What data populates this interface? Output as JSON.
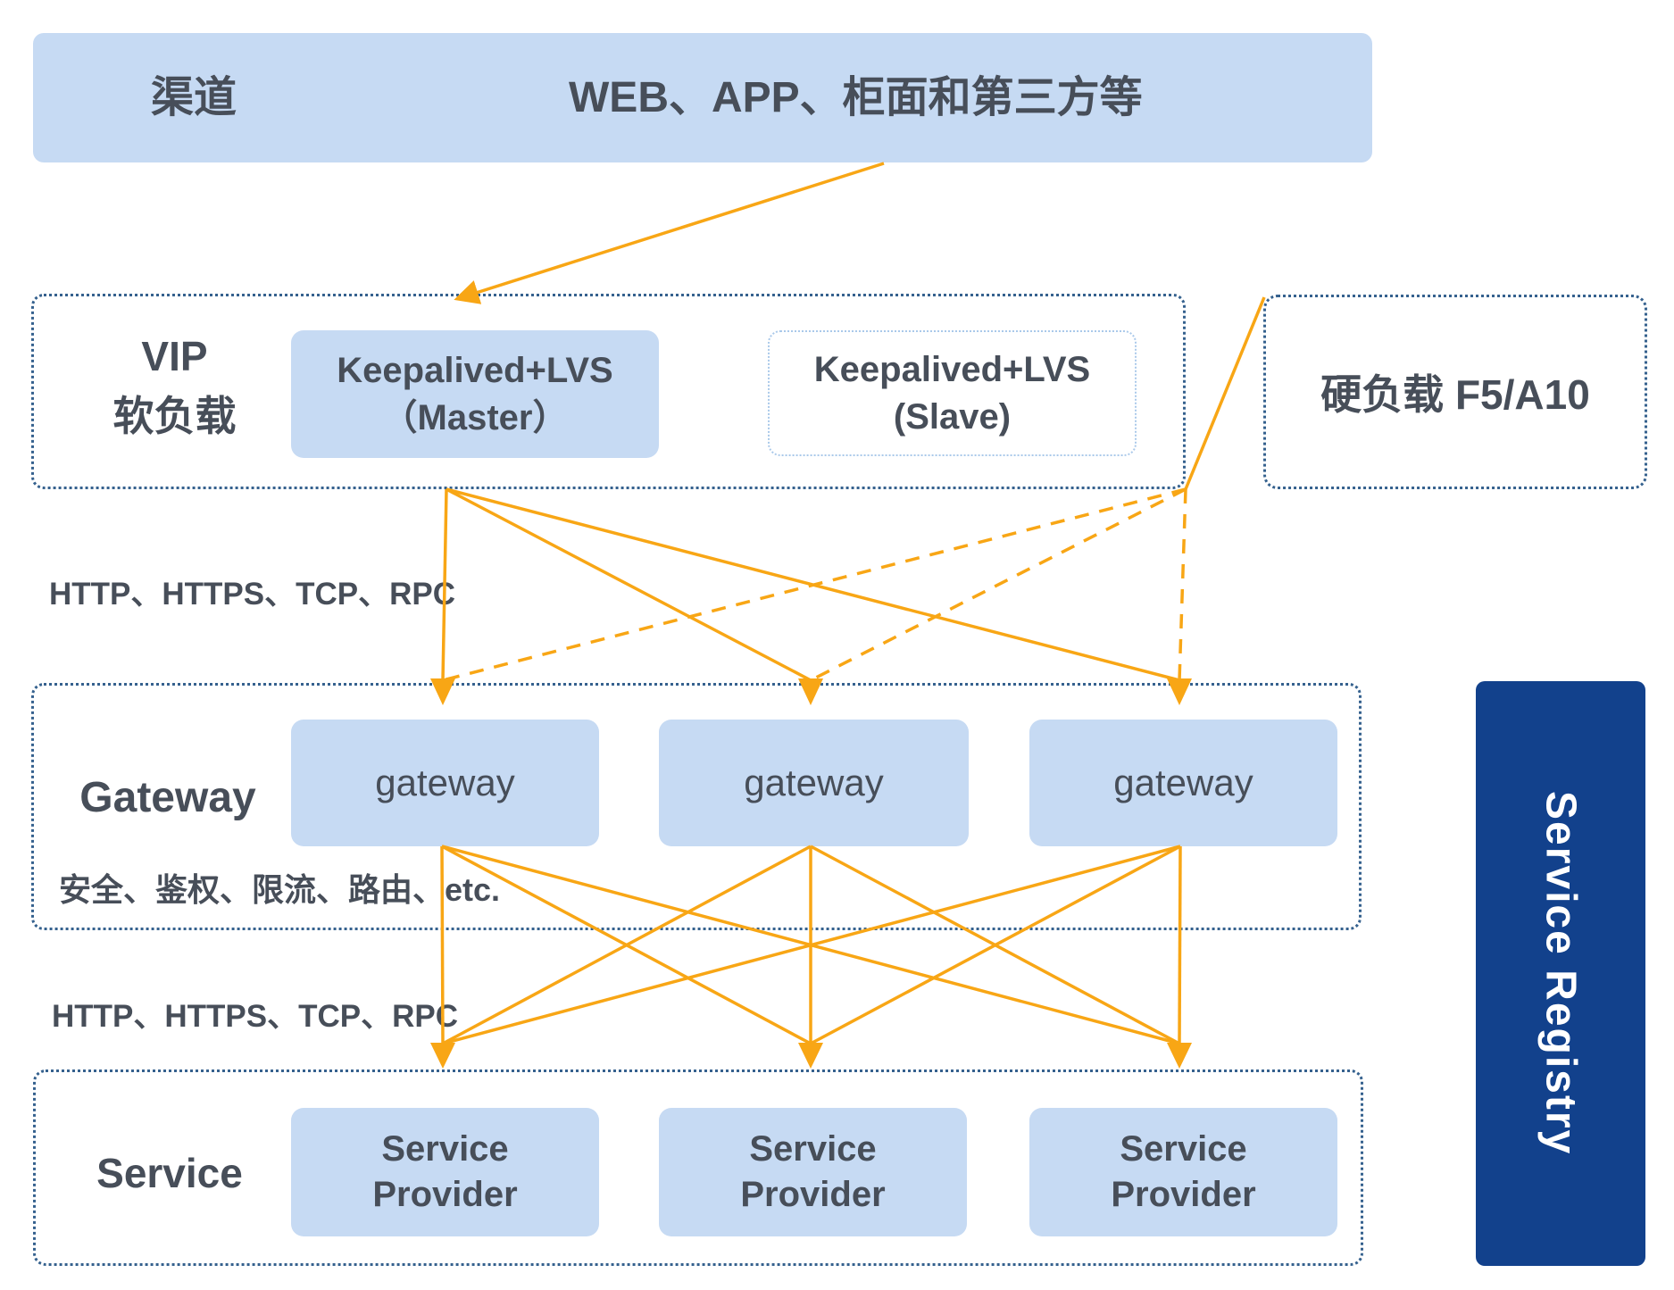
{
  "colors": {
    "light_blue_fill": "#c6daf3",
    "registry_navy": "#12418c",
    "arrow_orange": "#f8a615",
    "text_dark": "#474e59",
    "container_border": "#35618e",
    "slave_border": "#aac9ea"
  },
  "channel_bar": {
    "label": "渠道",
    "content": "WEB、APP、柜面和第三方等"
  },
  "vip_section": {
    "label_line1": "VIP",
    "label_line2": "软负载",
    "master": {
      "line1": "Keepalived+LVS",
      "line2": "（Master）"
    },
    "slave": {
      "line1": "Keepalived+LVS",
      "line2": "(Slave)"
    }
  },
  "hard_load": {
    "label": "硬负载 F5/A10"
  },
  "protocol_label_top": "HTTP、HTTPS、TCP、RPC",
  "protocol_label_bottom": "HTTP、HTTPS、TCP、RPC",
  "gateway_section": {
    "label": "Gateway",
    "nodes": [
      "gateway",
      "gateway",
      "gateway"
    ],
    "features": "安全、鉴权、限流、路由、etc."
  },
  "service_section": {
    "label": "Service",
    "nodes": [
      {
        "line1": "Service",
        "line2": "Provider"
      },
      {
        "line1": "Service",
        "line2": "Provider"
      },
      {
        "line1": "Service",
        "line2": "Provider"
      }
    ]
  },
  "service_registry": {
    "label": "Service Registry"
  }
}
